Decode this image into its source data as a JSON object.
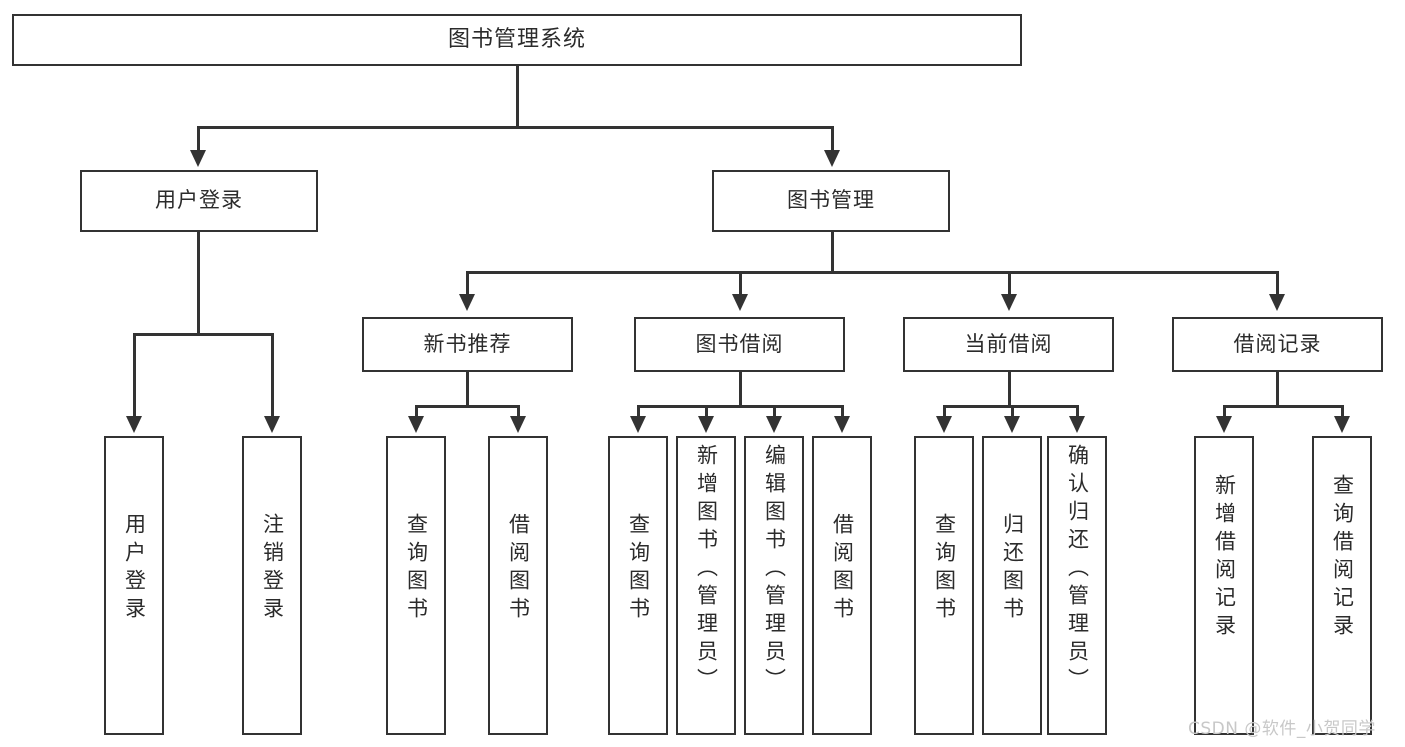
{
  "diagram": {
    "type": "tree-hierarchy",
    "title": "图书管理系统",
    "root": {
      "id": "root",
      "label": "图书管理系统",
      "orientation": "horizontal"
    },
    "level2": [
      {
        "id": "user-login",
        "label": "用户登录",
        "orientation": "horizontal"
      },
      {
        "id": "book-management",
        "label": "图书管理",
        "orientation": "horizontal"
      }
    ],
    "level3": [
      {
        "id": "new-book-recommend",
        "label": "新书推荐",
        "orientation": "horizontal",
        "parent": "book-management"
      },
      {
        "id": "book-borrow",
        "label": "图书借阅",
        "orientation": "horizontal",
        "parent": "book-management"
      },
      {
        "id": "current-borrow",
        "label": "当前借阅",
        "orientation": "horizontal",
        "parent": "book-management"
      },
      {
        "id": "borrow-record",
        "label": "借阅记录",
        "orientation": "horizontal",
        "parent": "book-management"
      }
    ],
    "leaves": [
      {
        "id": "leaf-user-login",
        "label": "用户登录",
        "parent": "user-login"
      },
      {
        "id": "leaf-user-logout",
        "label": "注销登录",
        "parent": "user-login"
      },
      {
        "id": "leaf-query-book-1",
        "label": "查询图书",
        "parent": "new-book-recommend"
      },
      {
        "id": "leaf-borrow-book-1",
        "label": "借阅图书",
        "parent": "new-book-recommend"
      },
      {
        "id": "leaf-query-book-2",
        "label": "查询图书",
        "parent": "book-borrow"
      },
      {
        "id": "leaf-add-book",
        "label": "新增图书（管理员）",
        "parent": "book-borrow"
      },
      {
        "id": "leaf-edit-book",
        "label": "编辑图书（管理员）",
        "parent": "book-borrow"
      },
      {
        "id": "leaf-borrow-book-2",
        "label": "借阅图书",
        "parent": "book-borrow"
      },
      {
        "id": "leaf-query-book-3",
        "label": "查询图书",
        "parent": "current-borrow"
      },
      {
        "id": "leaf-return-book",
        "label": "归还图书",
        "parent": "current-borrow"
      },
      {
        "id": "leaf-confirm-return",
        "label": "确认归还（管理员）",
        "parent": "current-borrow"
      },
      {
        "id": "leaf-add-record",
        "label": "新增借阅记录",
        "parent": "borrow-record"
      },
      {
        "id": "leaf-query-record",
        "label": "查询借阅记录",
        "parent": "borrow-record"
      }
    ],
    "colors": {
      "stroke": "#333333",
      "fill": "#ffffff",
      "text": "#2b2b2b",
      "watermark": "#c8c8c8"
    }
  },
  "watermark": {
    "text": "CSDN @软件_小贺同学"
  }
}
